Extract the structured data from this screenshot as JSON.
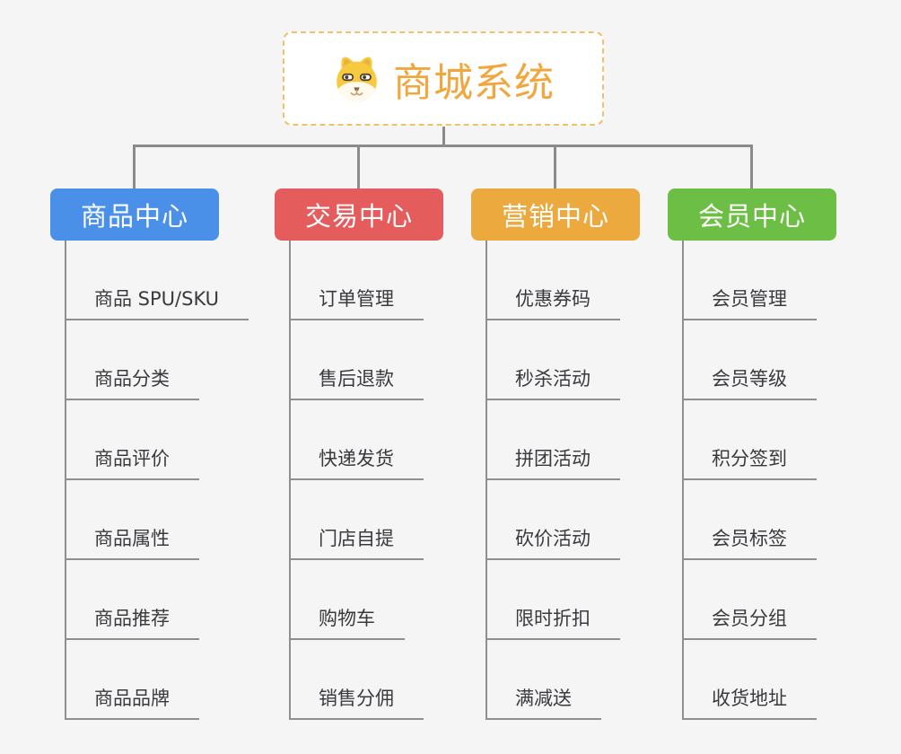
{
  "app": {
    "background_color": "#f5f5f6",
    "connector_color": "#8b8b8b",
    "underline_color": "#8f8f8f",
    "item_text_color": "#3a3a3e"
  },
  "root": {
    "title": "商城系统",
    "title_color": "#f1a73e",
    "border_color": "#f3c06a",
    "icon": "dog-face-icon"
  },
  "branches": [
    {
      "label": "商品中心",
      "color": "#4a90e8",
      "items": [
        "商品 SPU/SKU",
        "商品分类",
        "商品评价",
        "商品属性",
        "商品推荐",
        "商品品牌"
      ]
    },
    {
      "label": "交易中心",
      "color": "#e55c5c",
      "items": [
        "订单管理",
        "售后退款",
        "快递发货",
        "门店自提",
        "购物车",
        "销售分佣"
      ]
    },
    {
      "label": "营销中心",
      "color": "#eba93e",
      "items": [
        "优惠券码",
        "秒杀活动",
        "拼团活动",
        "砍价活动",
        "限时折扣",
        "满减送"
      ]
    },
    {
      "label": "会员中心",
      "color": "#6dbe44",
      "items": [
        "会员管理",
        "会员等级",
        "积分签到",
        "会员标签",
        "会员分组",
        "收货地址"
      ]
    }
  ]
}
